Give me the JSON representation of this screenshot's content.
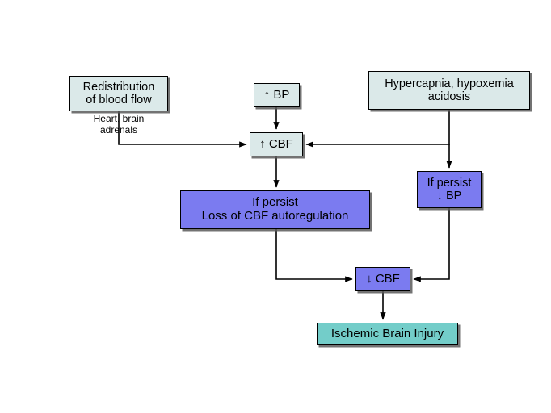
{
  "diagram": {
    "title": "Cerebral blood flow autoregulation failure flowchart",
    "colors": {
      "light_blue": "#dbe9e9",
      "purple": "#7b7bf0",
      "teal": "#73cdc9",
      "line": "#000000",
      "background": "#ffffff"
    },
    "nodes": {
      "redistribution": "Redistribution\nof blood flow",
      "organs_label": "Heart, brain\nadrenals",
      "up_bp": "↑ BP",
      "hypercapnia": "Hypercapnia, hypoxemia\nacidosis",
      "up_cbf": "↑ CBF",
      "loss_autoregulation": "If persist\nLoss of CBF autoregulation",
      "if_persist_down_bp": "If persist\n↓ BP",
      "down_cbf": "↓ CBF",
      "ischemic": "Ischemic Brain Injury"
    },
    "edges": [
      {
        "name": "redistribution-to-up-cbf",
        "from": "redistribution",
        "to": "up_cbf"
      },
      {
        "name": "up-bp-to-up-cbf",
        "from": "up_bp",
        "to": "up_cbf"
      },
      {
        "name": "hypercapnia-to-up-cbf",
        "from": "hypercapnia",
        "to": "up_cbf"
      },
      {
        "name": "hypercapnia-to-if-persist-down-bp",
        "from": "hypercapnia",
        "to": "if_persist_down_bp"
      },
      {
        "name": "up-cbf-to-loss-autoregulation",
        "from": "up_cbf",
        "to": "loss_autoregulation"
      },
      {
        "name": "loss-autoregulation-to-down-cbf",
        "from": "loss_autoregulation",
        "to": "down_cbf"
      },
      {
        "name": "if-persist-down-bp-to-down-cbf",
        "from": "if_persist_down_bp",
        "to": "down_cbf"
      },
      {
        "name": "down-cbf-to-ischemic",
        "from": "down_cbf",
        "to": "ischemic"
      }
    ]
  }
}
